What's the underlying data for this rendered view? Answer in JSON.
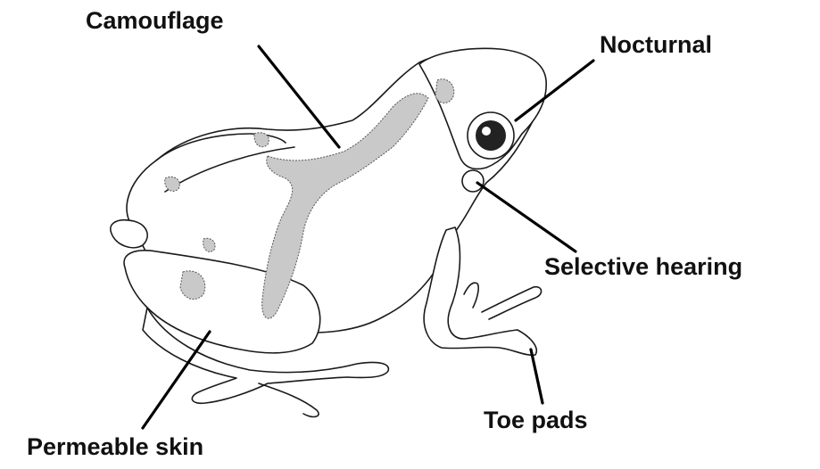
{
  "labels": {
    "camouflage": "Camouflage",
    "nocturnal": "Nocturnal",
    "selective_hearing": "Selective hearing",
    "toe_pads": "Toe pads",
    "permeable_skin": "Permeable skin"
  },
  "colors": {
    "line": "#1a1a1a",
    "pattern": "#c9c9c9",
    "background": "#ffffff"
  }
}
